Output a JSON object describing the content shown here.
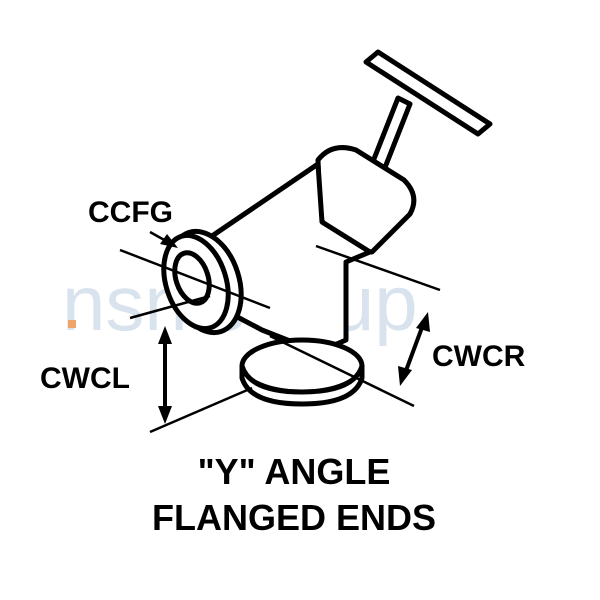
{
  "watermark": "nsnlookup",
  "labels": {
    "ccfg": "CCFG",
    "cwcl": "CWCL",
    "cwcr": "CWCR"
  },
  "caption": {
    "line1": "\"Y\" ANGLE",
    "line2": "FLANGED ENDS"
  }
}
